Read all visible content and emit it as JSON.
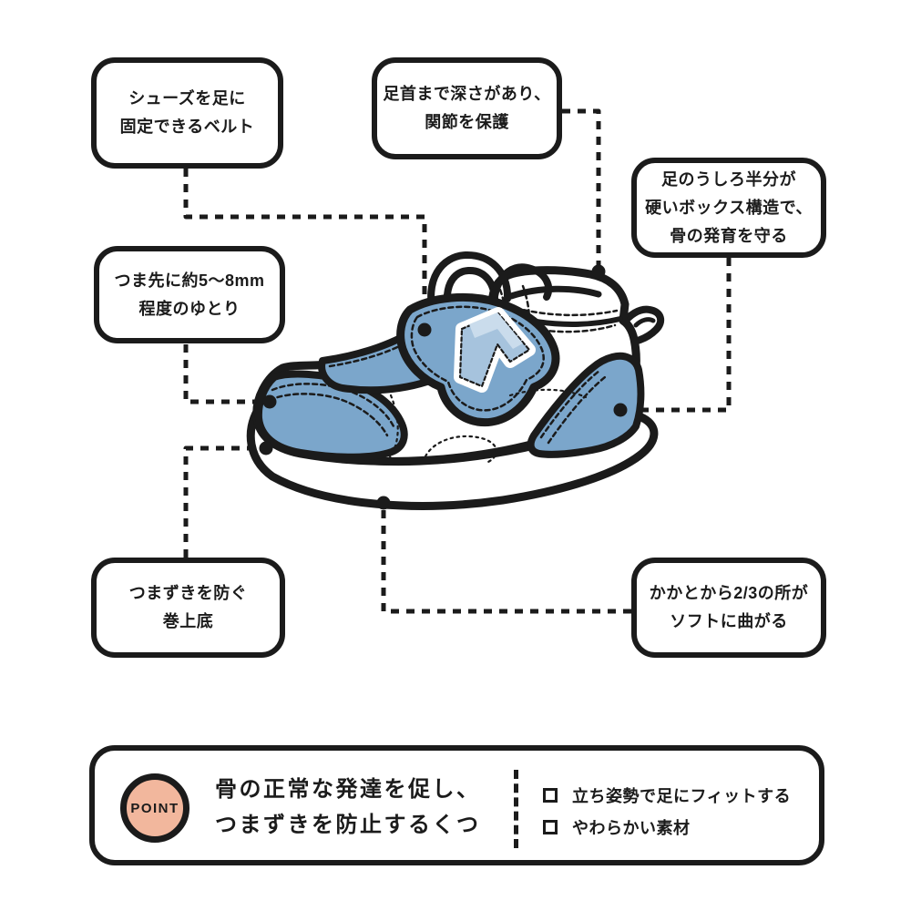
{
  "colors": {
    "ink": "#1b1b1b",
    "blue": "#7ba6cb",
    "bluelight": "#a6c3dd",
    "bluehighlight": "#cadcec",
    "salmon": "#f2b79d",
    "paper": "#ffffff"
  },
  "callouts": {
    "belt": {
      "line1": "シューズを足に",
      "line2": "固定できるベルト"
    },
    "ankle": {
      "line1": "足首まで深さがあり、",
      "line2": "関節を保護"
    },
    "heel_box": {
      "line1": "足のうしろ半分が",
      "line2": "硬いボックス構造で、",
      "line3": "骨の発育を守る"
    },
    "toe_room": {
      "line1": "つま先に約5〜8mm",
      "line2": "程度のゆとり"
    },
    "rolled_sole": {
      "line1": "つまずきを防ぐ",
      "line2": "巻上底"
    },
    "flex_point": {
      "line1": "かかとから2/3の所が",
      "line2": "ソフトに曲がる"
    }
  },
  "point_panel": {
    "badge": "POINT",
    "headline_line1": "骨の正常な発達を促し、",
    "headline_line2": "つまずきを防止するくつ",
    "checklist": [
      {
        "label": "立ち姿勢で足にフィットする"
      },
      {
        "label": "やわらかい素材"
      }
    ]
  },
  "icons": {
    "checkbox": "unchecked-square",
    "shoe_logo": "chevron-arrow-badge"
  }
}
